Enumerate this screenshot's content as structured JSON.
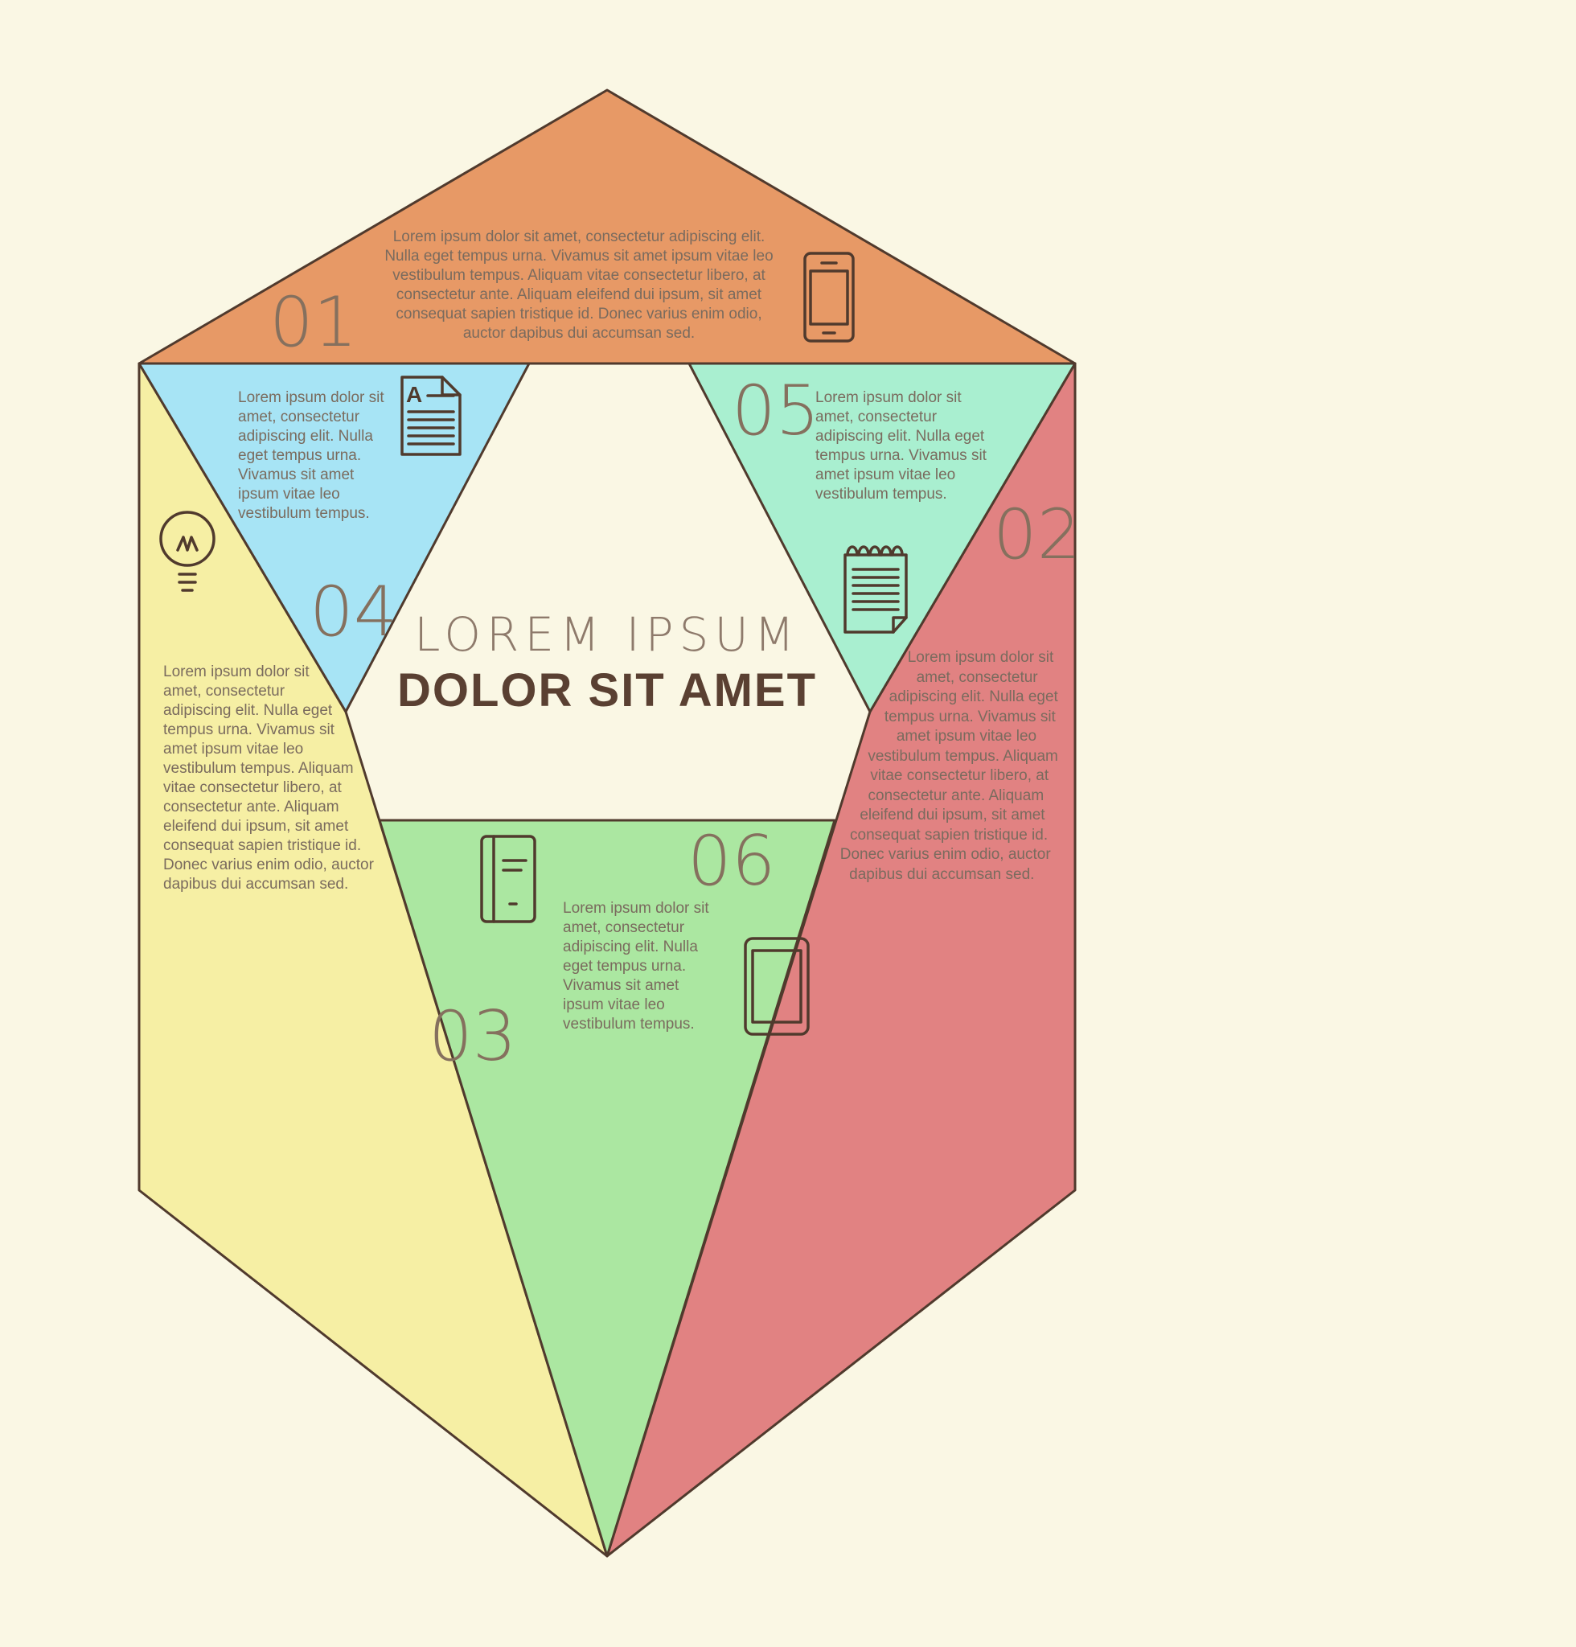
{
  "title": {
    "line1": "LOREM IPSUM",
    "line2": "DOLOR SIT AMET"
  },
  "colors": {
    "background": "#FAF7E4",
    "stroke": "#503A2D",
    "body-text": "#7A6B5E",
    "number": "#85705E",
    "title-light": "#8E7A6B",
    "title-bold": "#5A4032"
  },
  "segments": [
    {
      "number": "01",
      "color": "#E79966",
      "icon": "smartphone-icon",
      "text": "Lorem ipsum dolor sit amet, consectetur adipiscing elit. Nulla eget tempus urna. Vivamus sit amet ipsum vitae leo vestibulum tempus. Aliquam vitae consectetur libero, at consectetur ante. Aliquam eleifend dui ipsum, sit amet consequat sapien tristique id. Donec varius enim odio, auctor dapibus dui accumsan sed."
    },
    {
      "number": "02",
      "color": "#E18282",
      "icon": "tablet-icon",
      "text": "Lorem ipsum dolor sit amet, consectetur adipiscing elit. Nulla eget tempus urna. Vivamus sit amet ipsum vitae leo vestibulum tempus. Aliquam vitae consectetur libero, at consectetur ante. Aliquam eleifend dui ipsum, sit amet consequat sapien tristique id. Donec varius enim odio, auctor dapibus dui accumsan sed."
    },
    {
      "number": "03",
      "color": "#F6EFA4",
      "icon": "lightbulb-icon",
      "text": "Lorem ipsum dolor sit amet, consectetur adipiscing elit. Nulla eget tempus urna. Vivamus sit amet ipsum vitae leo vestibulum tempus. Aliquam vitae consectetur libero, at consectetur ante. Aliquam eleifend dui ipsum, sit amet consequat sapien tristique id. Donec varius enim odio, auctor dapibus dui accumsan sed."
    },
    {
      "number": "04",
      "color": "#A7E4F5",
      "icon": "document-icon",
      "icon_letter": "A",
      "text": "Lorem ipsum dolor sit amet, consectetur adipiscing elit. Nulla eget tempus urna. Vivamus sit amet ipsum vitae leo vestibulum tempus."
    },
    {
      "number": "05",
      "color": "#A9EFD0",
      "icon": "notepad-icon",
      "text": "Lorem ipsum dolor sit amet, consectetur adipiscing elit. Nulla eget tempus urna. Vivamus sit amet ipsum vitae leo vestibulum tempus."
    },
    {
      "number": "06",
      "color": "#ABE7A1",
      "icon": "book-icon",
      "text": "Lorem ipsum dolor sit amet, consectetur adipiscing elit. Nulla eget tempus urna. Vivamus sit amet ipsum vitae leo vestibulum tempus."
    }
  ]
}
